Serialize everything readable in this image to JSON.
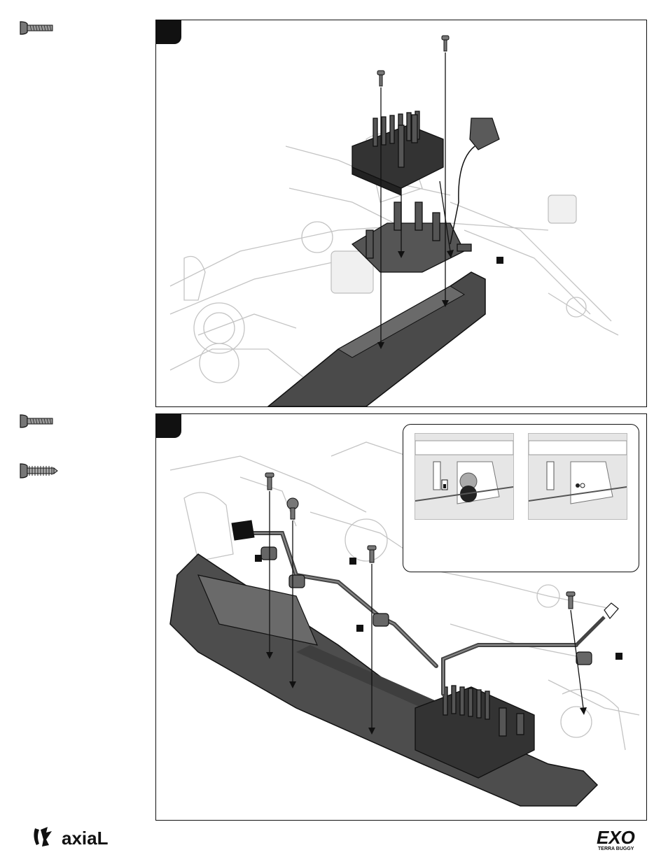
{
  "brand": {
    "left_logo_text": "axiaL",
    "right_logo_text": "EXO",
    "right_logo_subtext": "TERRA BUGGY"
  },
  "panels": [
    {
      "id": "step-a",
      "markers": 1
    },
    {
      "id": "step-b",
      "markers": 4,
      "inset_images": 2
    }
  ],
  "hardware_icons": [
    "button-head-screw-icon",
    "button-head-screw-icon",
    "self-tapping-screw-icon"
  ],
  "colors": {
    "part_dark": "#3a3a3a",
    "part_mid": "#555555",
    "outline": "#111111",
    "ghost": "#bdbdbd"
  }
}
